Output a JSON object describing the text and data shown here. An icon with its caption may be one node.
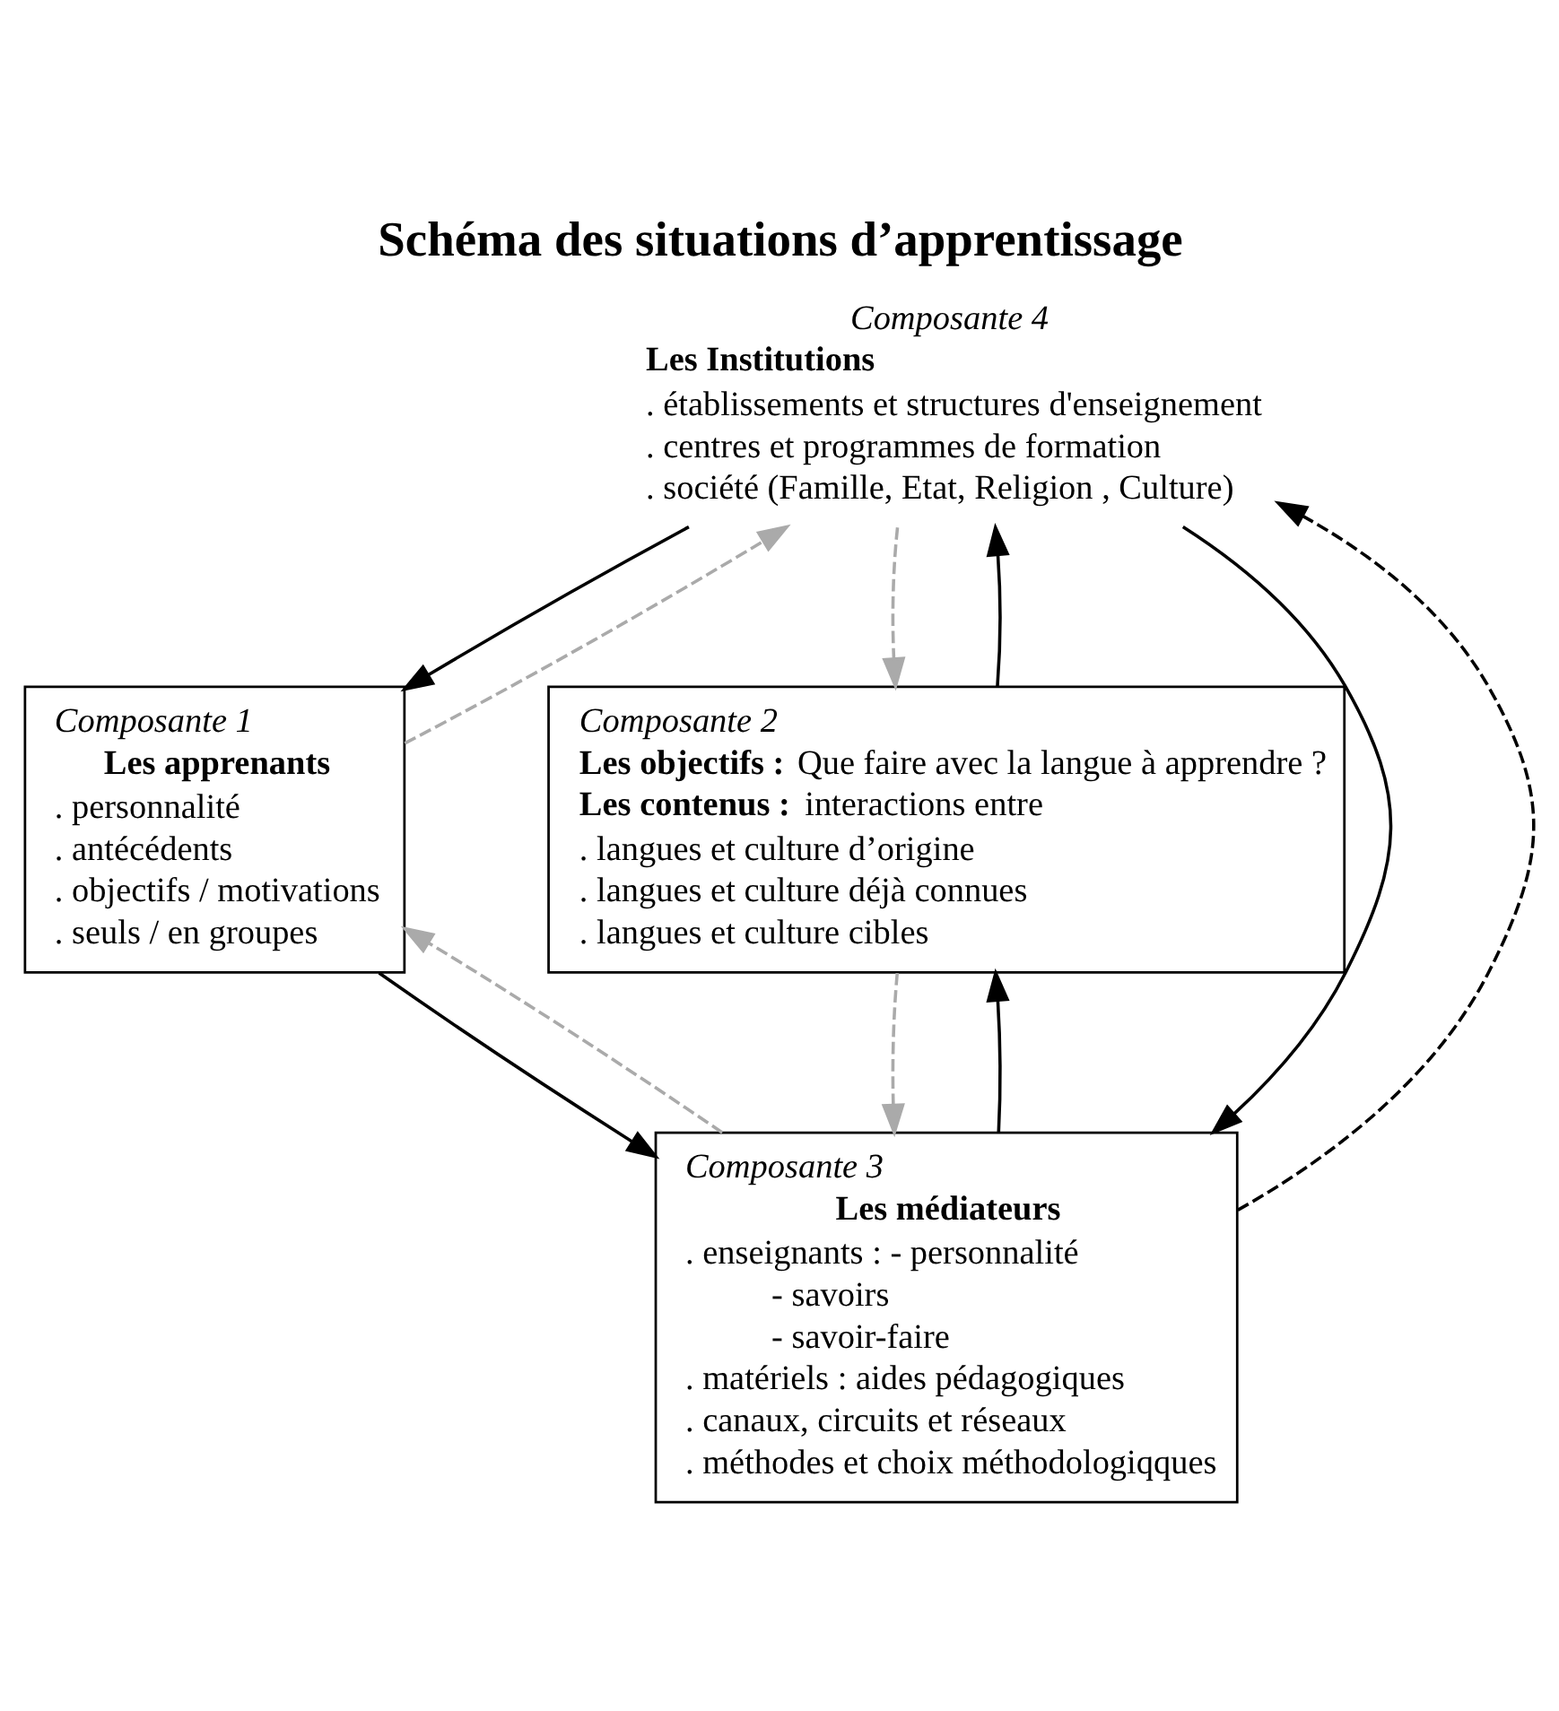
{
  "diagram": {
    "title": "Schéma des situations d’apprentissage",
    "nodes": [
      {
        "text": [
          "Composante 4",
          "Les Institutions",
          ". établissements et structures d'enseignement",
          ". centres et programmes de formation",
          ". société (Famille, Etat, Religion , Culture)"
        ]
      },
      {
        "text": [
          "Composante 1",
          "Les apprenants",
          ". personnalité",
          ". antécédents",
          ". objectifs / motivations",
          ". seuls / en groupes"
        ]
      },
      {
        "text": [
          "Composante 2",
          "**Les objectifs :** Que faire avec la langue à apprendre ?",
          "**Les contenus :** interactions entre",
          ". langues et culture d’origine",
          ". langues et culture déjà connues",
          ". langues et culture cibles"
        ]
      },
      {
        "text": [
          "Composante 3",
          "Les médiateurs",
          ". enseignants : - personnalité",
          "- savoirs",
          "- savoir-faire",
          ". matériels : aides pédagogiques",
          ". canaux, circuits et réseaux",
          ". méthodes et choix méthodologiqques"
        ]
      }
    ],
    "edges": [
      {
        "from": 1,
        "to": 0,
        "arrow": "to",
        "style": "dashed",
        "color": "#aaaaaa"
      },
      {
        "from": 0,
        "to": 1,
        "arrow": "to"
      },
      {
        "from": 0,
        "to": 3,
        "arrow": "to"
      },
      {
        "from": 3,
        "to": 0,
        "arrow": "to",
        "style": "dashed"
      },
      {
        "from": 0,
        "to": 2,
        "arrow": "to",
        "style": "dashed",
        "color": "#aaaaaa"
      },
      {
        "from": 2,
        "to": 0,
        "arrow": "to"
      },
      {
        "from": 1,
        "to": 3,
        "arrow": "to"
      },
      {
        "from": 3,
        "to": 1,
        "arrow": "to",
        "style": "dashed",
        "color": "#aaaaaa"
      },
      {
        "from": 2,
        "to": 3,
        "arrow": "to",
        "style": "dashed",
        "color": "#aaaaaa"
      },
      {
        "from": 3,
        "to": 2,
        "arrow": "to"
      }
    ]
  }
}
